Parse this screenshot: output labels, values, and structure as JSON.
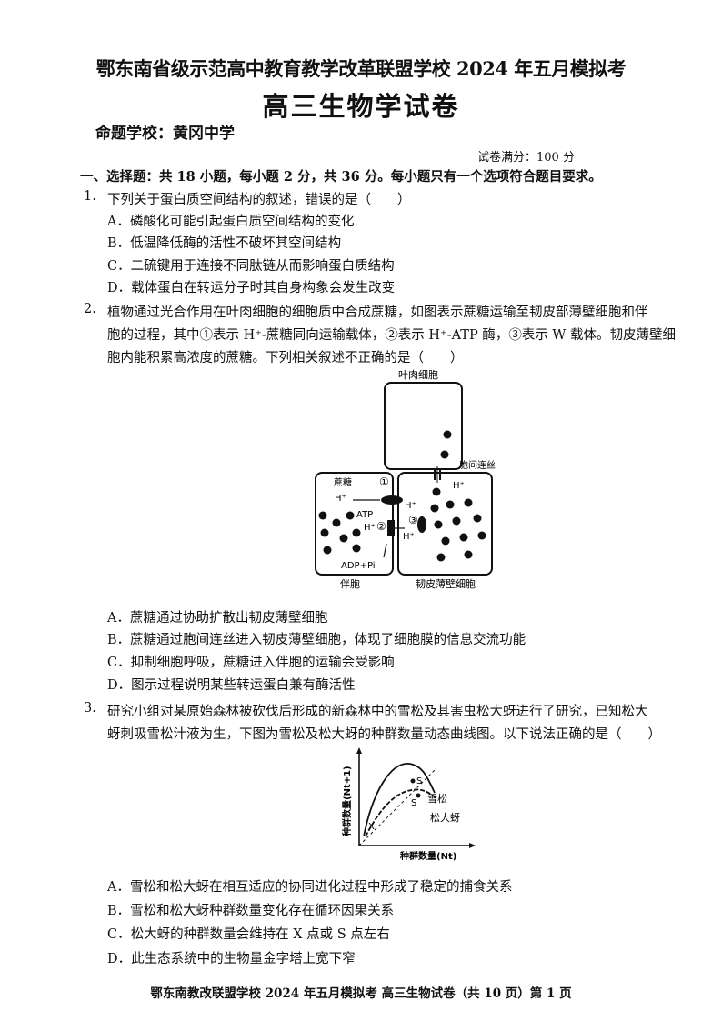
{
  "header": {
    "title_line1": "鄂东南省级示范高中教育教学改革联盟学校 2024 年五月模拟考",
    "title_line2": "高三生物学试卷",
    "setter_school": "命题学校：黄冈中学",
    "full_score": "试卷满分：100 分"
  },
  "section": {
    "heading": "一、选择题：共 18 小题，每小题 2 分，共 36 分。每小题只有一个选项符合题目要求。"
  },
  "questions": [
    {
      "number": "1.",
      "stem_lines": [
        "下列关于蛋白质空间结构的叙述，错误的是（　　）"
      ],
      "options": [
        "A．磷酸化可能引起蛋白质空间结构的变化",
        "B．低温降低酶的活性不破坏其空间结构",
        "C．二硫键用于连接不同肽链从而影响蛋白质结构",
        "D．载体蛋白在转运分子时其自身构象会发生改变"
      ]
    },
    {
      "number": "2.",
      "stem_lines": [
        "植物通过光合作用在叶肉细胞的细胞质中合成蔗糖，如图表示蔗糖运输至韧皮部薄壁细胞和伴",
        "胞的过程，其中①表示 H⁺-蔗糖同向运输载体，②表示 H⁺-ATP 酶，③表示 W 载体。韧皮薄壁细",
        "胞内能积累高浓度的蔗糖。下列相关叙述不正确的是（　　）"
      ],
      "figure": {
        "mesophyll_label": "叶肉细胞",
        "plasmodesmata_label": "胞间连丝",
        "companion_label": "伴胞",
        "parenchyma_label": "韧皮薄壁细胞",
        "sucrose_label": "蔗糖",
        "h_plus": "H⁺",
        "atp": "ATP",
        "adp_pi": "ADP+Pi",
        "marker_1": "①",
        "marker_2": "②",
        "marker_3": "③"
      },
      "options": [
        "A．蔗糖通过协助扩散出韧皮薄壁细胞",
        "B．蔗糖通过胞间连丝进入韧皮薄壁细胞，体现了细胞膜的信息交流功能",
        "C．抑制细胞呼吸，蔗糖进入伴胞的运输会受影响",
        "D．图示过程说明某些转运蛋白兼有酶活性"
      ]
    },
    {
      "number": "3.",
      "stem_lines": [
        "研究小组对某原始森林被砍伐后形成的新森林中的雪松及其害虫松大蚜进行了研究，已知松大",
        "蚜刺吸雪松汁液为生，下图为雪松及松大蚜的种群数量动态曲线图。以下说法正确的是（　　）"
      ],
      "figure": {
        "y_axis_label": "种群数量(Nt+1)",
        "x_axis_label": "种群数量(Nt)",
        "series_1": "雪松",
        "series_2": "松大蚜",
        "point_x": "X",
        "point_s": "S"
      },
      "options": [
        "A．雪松和松大蚜在相互适应的协同进化过程中形成了稳定的捕食关系",
        "B．雪松和松大蚜种群数量变化存在循环因果关系",
        "C．松大蚜的种群数量会维持在 X 点或 S 点左右",
        "D．此生态系统中的生物量金字塔上宽下窄"
      ]
    }
  ],
  "footer": "鄂东南教改联盟学校 2024 年五月模拟考 高三生物试卷（共 10 页）第 1 页"
}
